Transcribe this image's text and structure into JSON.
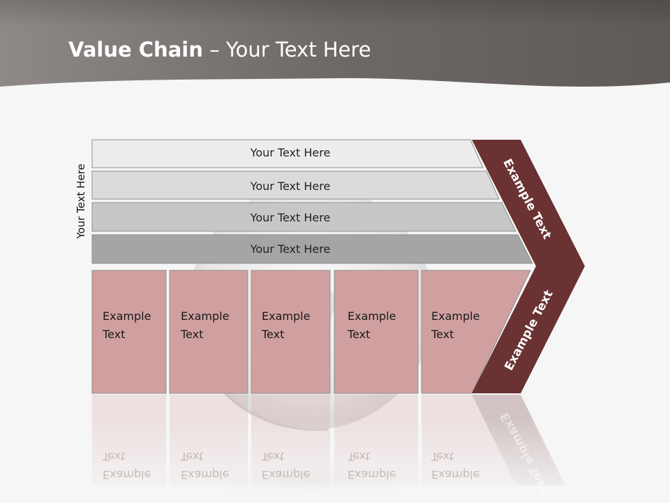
{
  "slide": {
    "title_bold": "Value Chain",
    "title_rest": " – Your Text Here"
  },
  "diagram": {
    "side_label": "Your Text Here",
    "support_bars": [
      {
        "label": "Your Text Here"
      },
      {
        "label": "Your Text Here"
      },
      {
        "label": "Your Text Here"
      },
      {
        "label": "Your Text Here"
      }
    ],
    "primary_activities": [
      {
        "line1": "Example",
        "line2": "Text"
      },
      {
        "line1": "Example",
        "line2": "Text"
      },
      {
        "line1": "Example",
        "line2": "Text"
      },
      {
        "line1": "Example",
        "line2": "Text"
      },
      {
        "line1": "Example",
        "line2": "Text"
      }
    ],
    "margin_upper": "Example Text",
    "margin_lower": "Example Text"
  },
  "colors": {
    "header_band": "#7a7573",
    "bar_1": "#ececec",
    "bar_2": "#dcdbdb",
    "bar_3": "#c8c7c7",
    "bar_4": "#a6a4a4",
    "activity_box": "#d0a0a0",
    "margin_chevron": "#6a3232"
  }
}
